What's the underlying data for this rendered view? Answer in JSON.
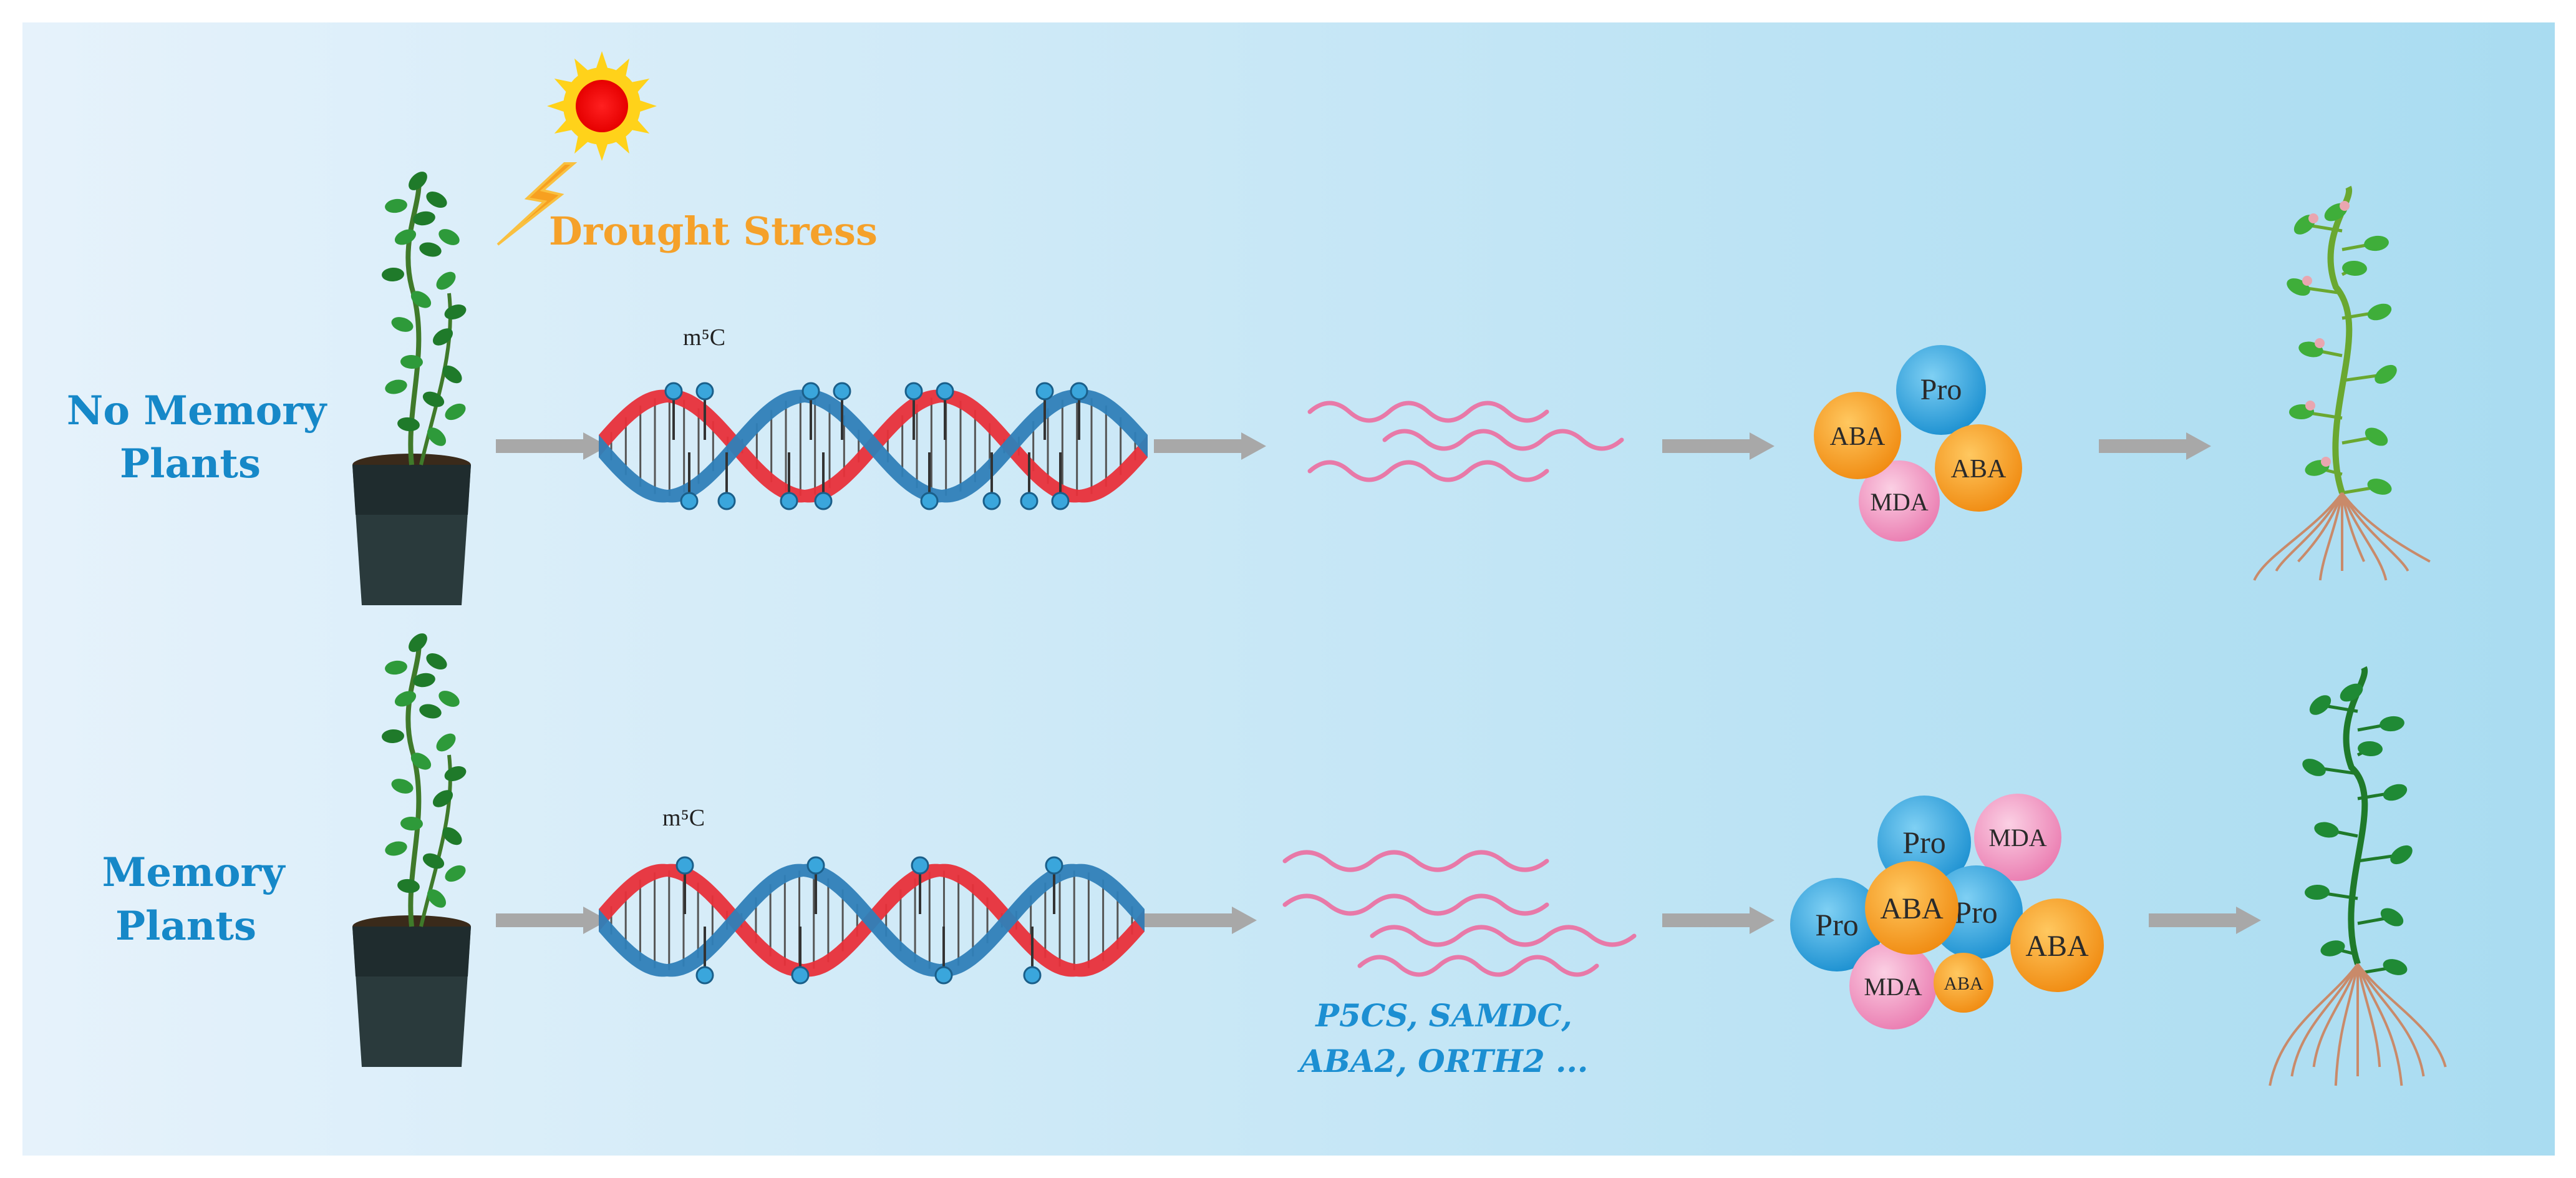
{
  "stress": {
    "label": "Drought Stress"
  },
  "rows": [
    {
      "label_line1": "No Memory",
      "label_line2": "Plants",
      "methyl_label": "m⁵C",
      "molecules": [
        {
          "label": "Pro",
          "kind": "pro"
        },
        {
          "label": "ABA",
          "kind": "aba"
        },
        {
          "label": "ABA",
          "kind": "aba"
        },
        {
          "label": "MDA",
          "kind": "mda"
        }
      ]
    },
    {
      "label_line1": "Memory",
      "label_line2": "Plants",
      "methyl_label": "m⁵C",
      "genes_line1": "P5CS, SAMDC,",
      "genes_line2": "ABA2, ORTH2 ...",
      "molecules": [
        {
          "label": "Pro",
          "kind": "pro"
        },
        {
          "label": "MDA",
          "kind": "mda"
        },
        {
          "label": "Pro",
          "kind": "pro"
        },
        {
          "label": "ABA",
          "kind": "aba"
        },
        {
          "label": "Pro",
          "kind": "pro"
        },
        {
          "label": "ABA",
          "kind": "aba"
        },
        {
          "label": "MDA",
          "kind": "mda"
        },
        {
          "label": "ABA",
          "kind": "aba"
        }
      ]
    }
  ],
  "colors": {
    "background_left": "#e6f2fb",
    "background_right": "#a9dcf1",
    "label_blue": "#1688c8",
    "stress_orange": "#f5a12a",
    "strand_red": "#e8303a",
    "strand_blue": "#2f7fb8",
    "methyl_blue": "#3aa6dc",
    "mrna_pink": "#e879a8",
    "pro_blue": "#1a9ad8",
    "aba_orange": "#f59a1f",
    "mda_pink": "#ef8cba",
    "arrow_gray": "#a8a8a8",
    "pot_dark": "#2a3a3c"
  },
  "icons": [
    "sun-icon",
    "lightning-icon",
    "potted-plant-icon",
    "dna-icon",
    "mrna-icon",
    "plant-root-icon"
  ]
}
